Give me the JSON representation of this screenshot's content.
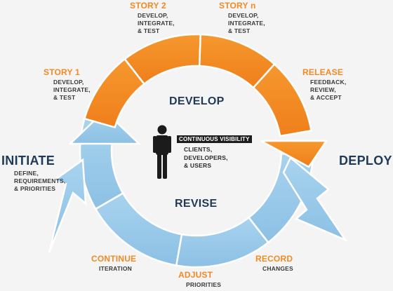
{
  "center": {
    "develop": "DEVELOP",
    "revise": "REVISE",
    "continuous_visibility": "CONTINUOUS VISIBILITY",
    "stakeholders": [
      "CLIENTS,",
      "DEVELOPERS,",
      "& USERS"
    ]
  },
  "stages": {
    "initiate": {
      "title": "INITIATE",
      "lines": [
        "DEFINE,",
        "REQUIREMENTS,",
        "& PRIORITIES"
      ]
    },
    "story1": {
      "title": "STORY 1",
      "lines": [
        "DEVELOP,",
        "INTEGRATE,",
        "& TEST"
      ]
    },
    "story2": {
      "title": "STORY 2",
      "lines": [
        "DEVELOP,",
        "INTEGRATE,",
        "& TEST"
      ]
    },
    "storyn": {
      "title": "STORY n",
      "lines": [
        "DEVELOP,",
        "INTEGRATE,",
        "& TEST"
      ]
    },
    "release": {
      "title": "RELEASE",
      "lines": [
        "FEEDBACK,",
        "REVIEW,",
        "& ACCEPT"
      ]
    },
    "deploy": {
      "title": "DEPLOY"
    },
    "record": {
      "title": "RECORD",
      "lines": [
        "CHANGES"
      ]
    },
    "adjust": {
      "title": "ADJUST",
      "lines": [
        "PRIORITIES"
      ]
    },
    "continue": {
      "title": "CONTINUE",
      "lines": [
        "ITERATION"
      ]
    }
  },
  "colors": {
    "orange": "#f28a24",
    "blue": "#9ccbea",
    "dark_blue": "#1f3a57",
    "background": "#f4f4f4"
  }
}
